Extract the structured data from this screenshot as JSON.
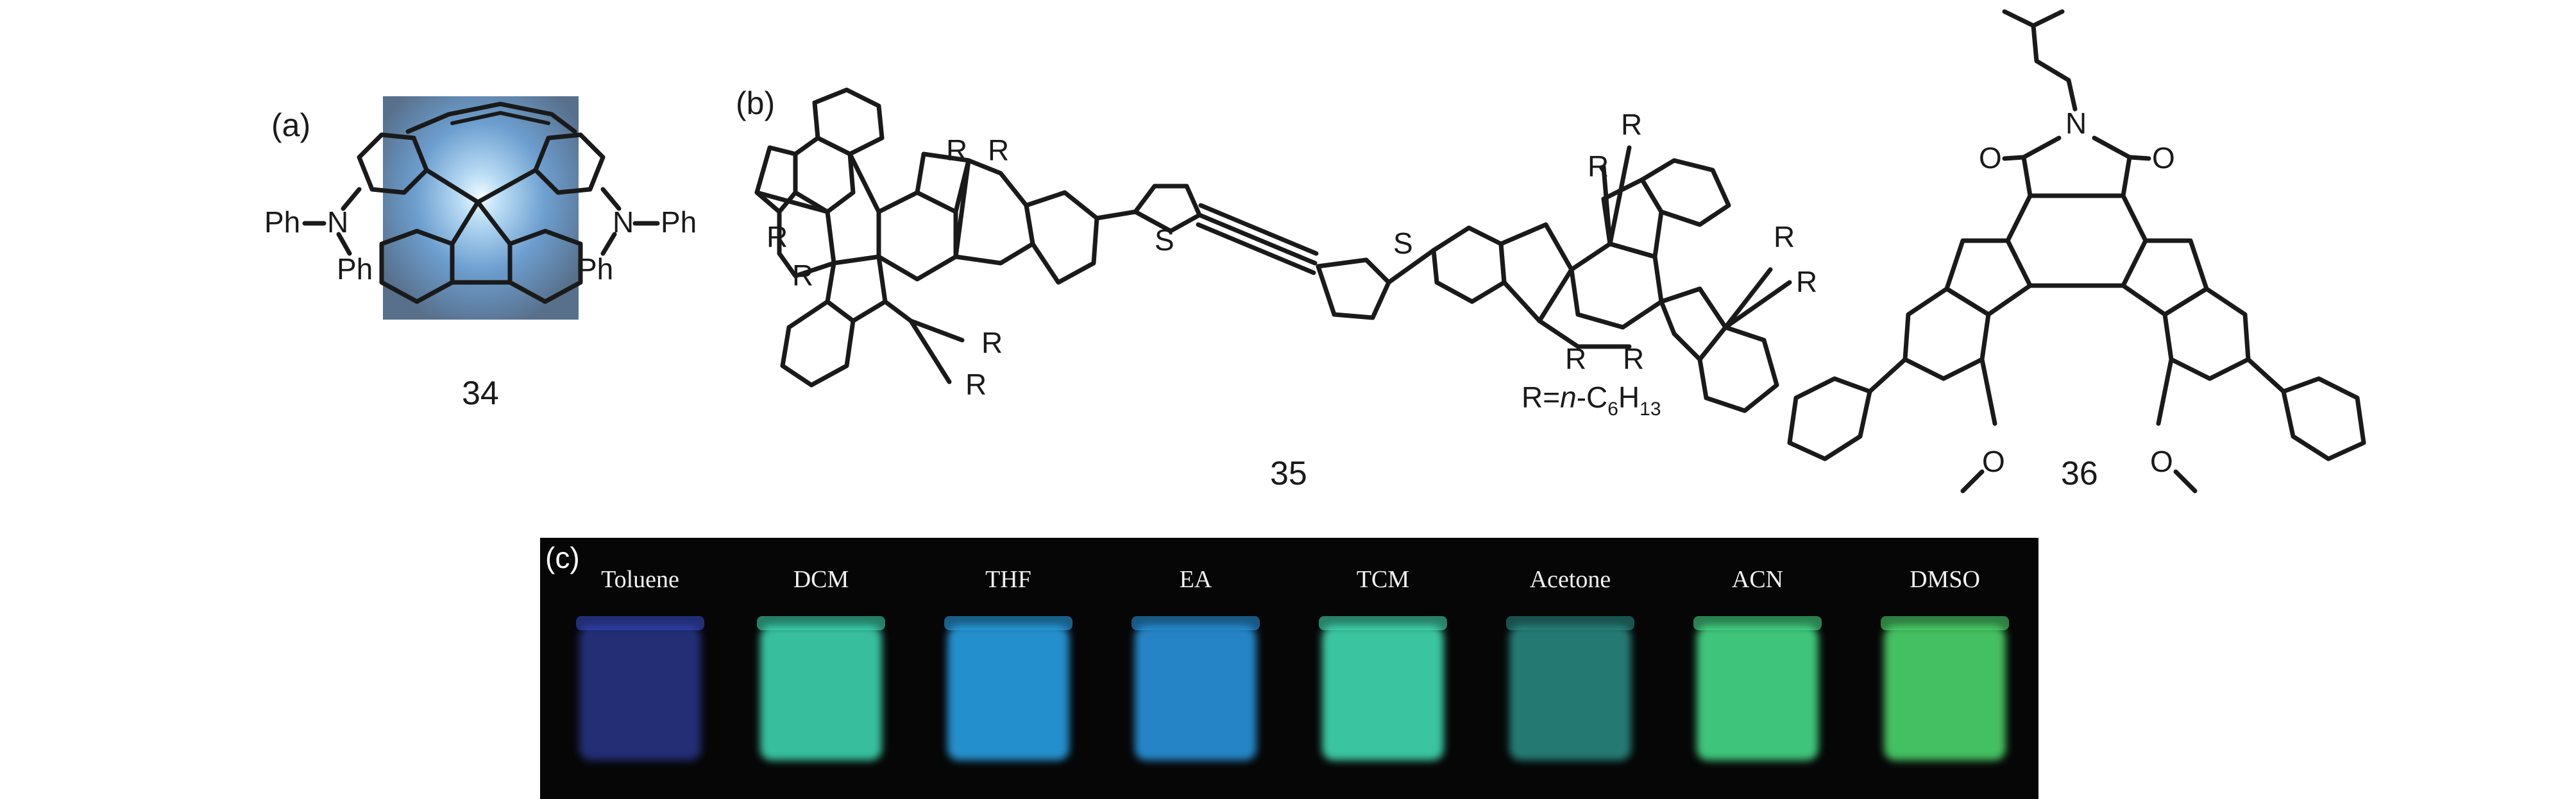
{
  "panels": {
    "a": {
      "label": "(a)",
      "compound_number": "34",
      "atoms": {
        "n_left": "N",
        "ph_left_top": "Ph",
        "ph_left_bottom": "Ph",
        "n_right": "N",
        "ph_right_top": "Ph",
        "ph_right_bottom": "Ph"
      }
    },
    "b": {
      "label": "(b)",
      "compound_number": "35",
      "r_definition": "R=n-C6H13",
      "r_def_parts": {
        "prefix": "R=",
        "italic_n": "n",
        "dash_c": "-C",
        "sub6": "6",
        "h": "H",
        "sub13": "13"
      },
      "sulfur": "S",
      "r_group": "R"
    },
    "c36": {
      "compound_number": "36",
      "atoms": {
        "n": "N",
        "o_left": "O",
        "o_right": "O",
        "ome_left_o": "O",
        "ome_right_o": "O"
      }
    },
    "c": {
      "label": "(c)",
      "vials": [
        {
          "solvent": "Toluene",
          "color": "#3a4fd0"
        },
        {
          "solvent": "DCM",
          "color": "#3fe0b8"
        },
        {
          "solvent": "THF",
          "color": "#2aa7f0"
        },
        {
          "solvent": "EA",
          "color": "#2a9be8"
        },
        {
          "solvent": "TCM",
          "color": "#45e6bb"
        },
        {
          "solvent": "Acetone",
          "color": "#2a8f86"
        },
        {
          "solvent": "ACN",
          "color": "#48e690"
        },
        {
          "solvent": "DMSO",
          "color": "#50e071"
        }
      ],
      "background": "#060606"
    }
  }
}
